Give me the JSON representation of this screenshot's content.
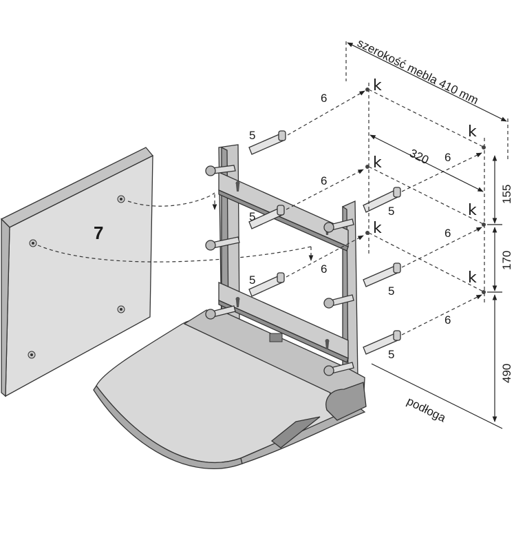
{
  "width_label": "szerokość mebla 410 mm",
  "spacing_label": "320",
  "dims": {
    "top": "155",
    "middle": "170",
    "bottom": "490"
  },
  "floor_label": "podłoga",
  "panel_label": "7",
  "anchor_label": "k",
  "screw_label": "6",
  "plug_label": "5",
  "colors": {
    "panel": "#dcdcdc",
    "frame": "#c9c9c9",
    "frame_dark": "#9a9a9a",
    "seat": "#d6d6d6",
    "line": "#333333"
  }
}
